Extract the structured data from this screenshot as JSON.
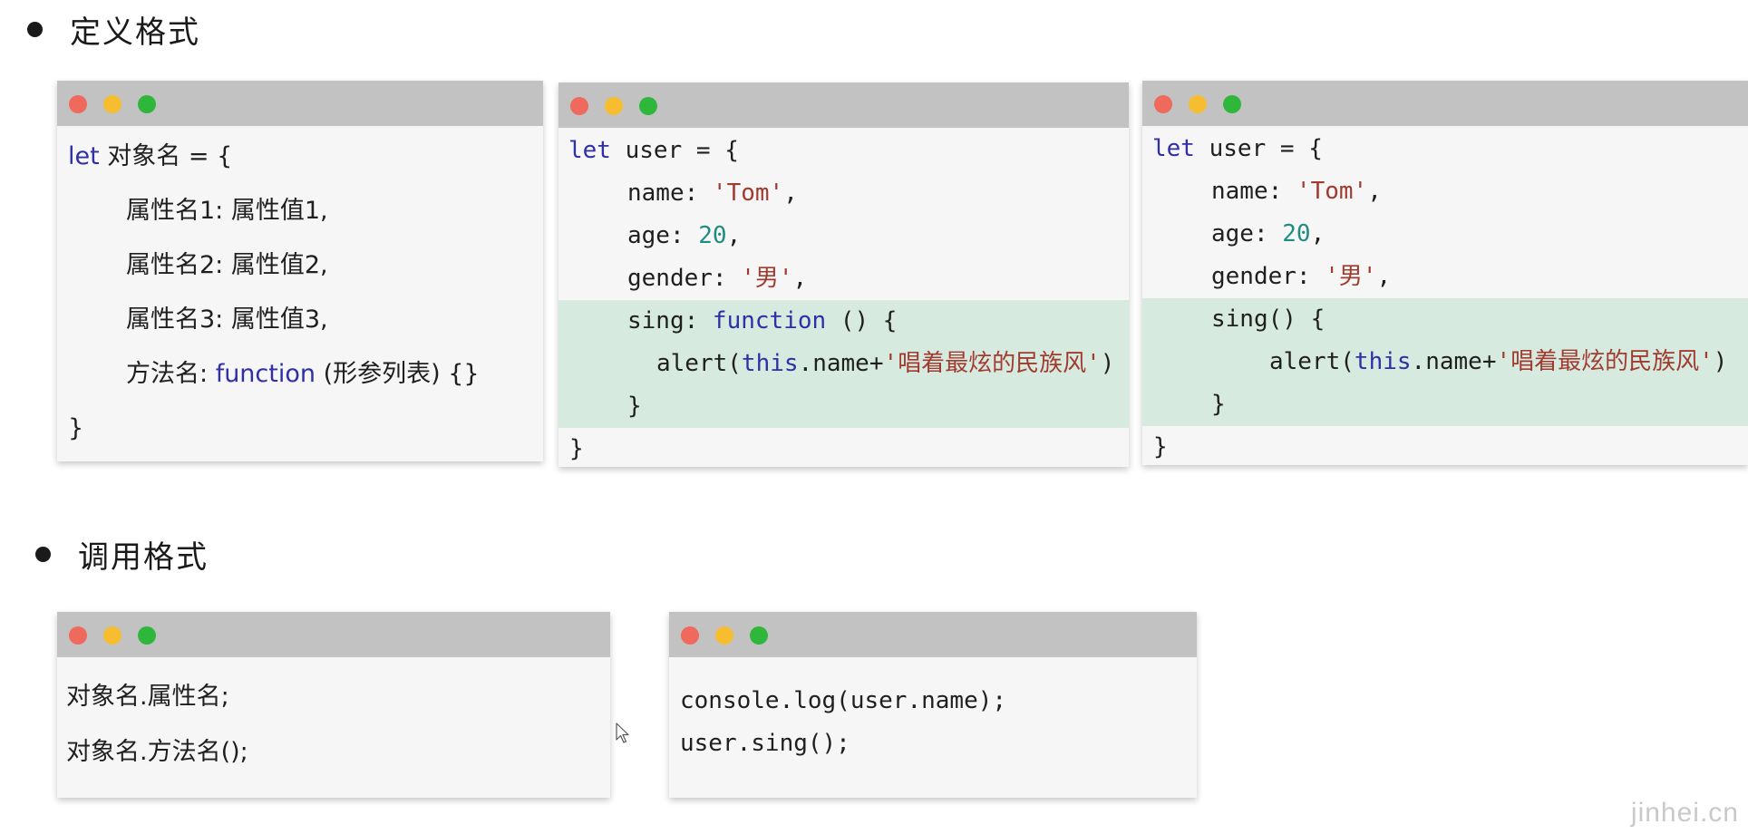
{
  "sections": {
    "define_heading": "定义格式",
    "call_heading": "调用格式"
  },
  "define_window_1": {
    "lines": [
      "let",
      " 对象名 = {",
      "属性名1: 属性值1,",
      "属性名2: 属性值2,",
      "属性名3: 属性值3,",
      "方法名: ",
      "function",
      " (形参列表) {}",
      "}"
    ]
  },
  "define_window_2": {
    "line1_kw": "let",
    "line1_rest": " user = {",
    "name_key": "name: ",
    "name_val": "'Tom'",
    "comma": ",",
    "age_key": "age: ",
    "age_val": "20",
    "gender_key": "gender: ",
    "gender_val": "'男'",
    "sing_key": "sing: ",
    "sing_kw": "function",
    "sing_rest": " () {",
    "alert_pre": "alert(",
    "this_kw": "this",
    "alert_mid": ".name+",
    "alert_str": "'唱着最炫的民族风'",
    "alert_post": ")",
    "close_brace": "}"
  },
  "define_window_3": {
    "line1_kw": "let",
    "line1_rest": " user = {",
    "name_key": "name: ",
    "name_val": "'Tom'",
    "comma": ",",
    "age_key": "age: ",
    "age_val": "20",
    "gender_key": "gender: ",
    "gender_val": "'男'",
    "sing_line": "sing() {",
    "alert_pre": "alert(",
    "this_kw": "this",
    "alert_mid": ".name+",
    "alert_str": "'唱着最炫的民族风'",
    "alert_post": ")",
    "close_brace": "}"
  },
  "call_window_1": {
    "lines": [
      "对象名.属性名;",
      "对象名.方法名();"
    ]
  },
  "call_window_2": {
    "lines": [
      "console.log(user.name);",
      "user.sing();"
    ]
  },
  "watermark": "jinhei.cn",
  "colors": {
    "keyword": "#2f2fa8",
    "number": "#1f8c80",
    "string": "#a13b2f",
    "highlight": "#d7eadf",
    "titlebar": "#c2c2c2",
    "close_dot": "#ef6a5c",
    "minimize_dot": "#f6bd31",
    "maximize_dot": "#2fb73c"
  },
  "icons": [
    "circle-bullet-icon",
    "window-close-dot-icon",
    "window-minimize-dot-icon",
    "window-maximize-dot-icon",
    "mouse-cursor-icon"
  ]
}
